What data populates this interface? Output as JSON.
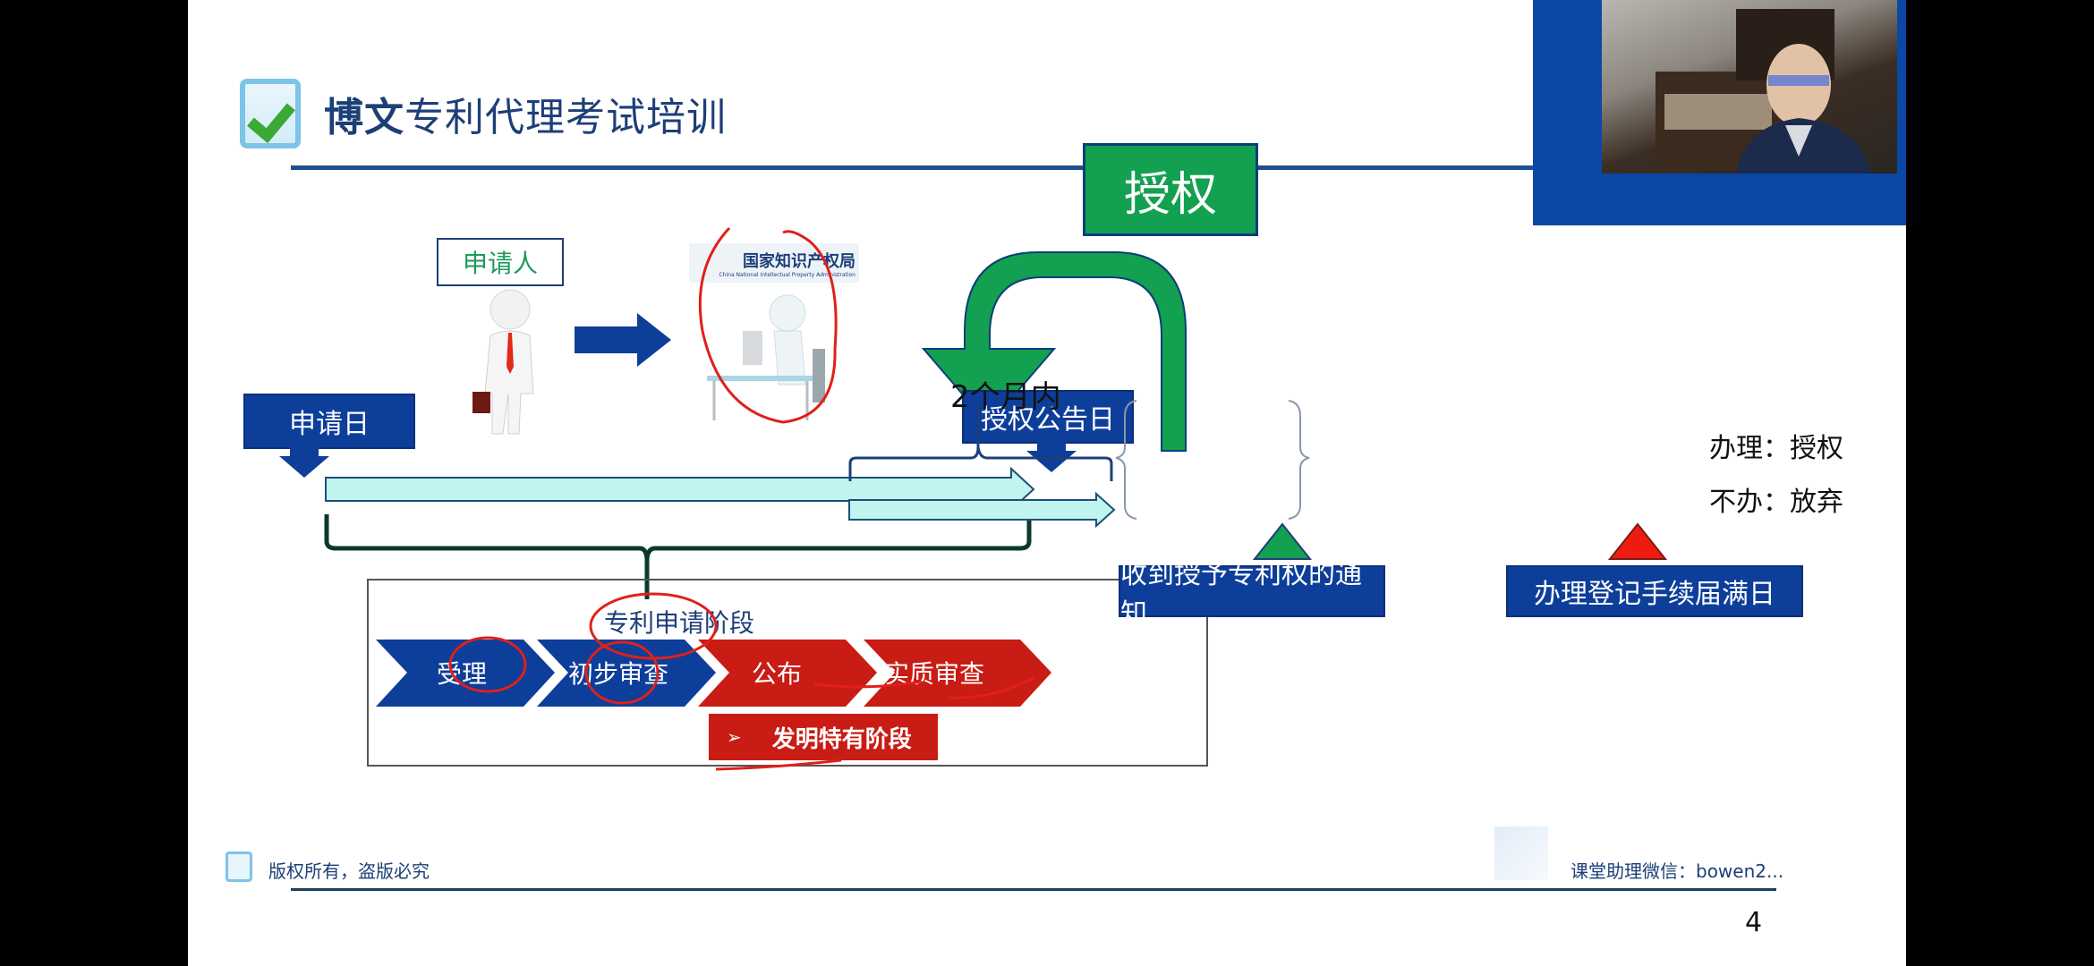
{
  "header": {
    "brand_bold": "博文",
    "brand_rest": "专利代理考试培训"
  },
  "diagram": {
    "applicant_label": "申请人",
    "office_logo_text": "国家知识产权局",
    "office_logo_subtext": "China National Intellectual Property Administration",
    "grant_label": "授权",
    "application_date": "申请日",
    "grant_announcement_date": "授权公告日",
    "within_period": "2个月内",
    "options": [
      {
        "label": "办理：授权"
      },
      {
        "label": "不办：放弃"
      }
    ],
    "notice_received": "收到授予专利权的通知",
    "registration_deadline": "办理登记手续届满日",
    "stage_title": "专利申请阶段",
    "stages": [
      {
        "label": "受理",
        "color": "#0d3e9a"
      },
      {
        "label": "初步审查",
        "color": "#0d3e9a"
      },
      {
        "label": "公布",
        "color": "#c81c14"
      },
      {
        "label": "实质审查",
        "color": "#c81c14"
      }
    ],
    "invention_only": "发明特有阶段",
    "invention_only_marker": "➢"
  },
  "footer": {
    "copyright": "版权所有，盗版必究",
    "contact": "课堂助理微信：bowen2...",
    "page_number": "4"
  },
  "colors": {
    "primary_blue": "#0d3e9a",
    "grant_green": "#13a050",
    "accent_red": "#c81c14",
    "timeline_cyan": "#bff5ee",
    "annotation_red": "#e0201a"
  },
  "webcam": {
    "icon": "presenter-video"
  }
}
